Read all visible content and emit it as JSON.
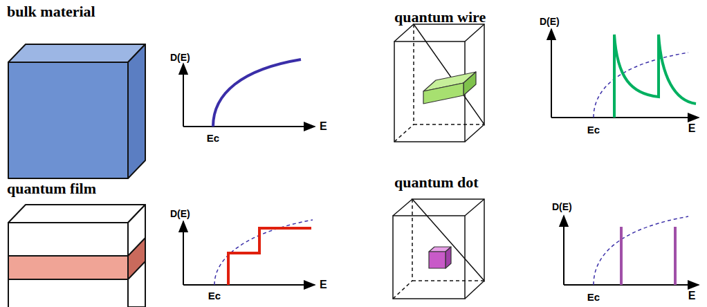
{
  "diagram": {
    "labels": [
      "bulk material",
      "D(E)",
      "E",
      "Ec",
      "quantum wire",
      "D(E)",
      "E",
      "Ec",
      "quantum film",
      "D(E)",
      "E",
      "Ec",
      "quantum dot",
      "D(E)",
      "E",
      "Ec"
    ]
  }
}
